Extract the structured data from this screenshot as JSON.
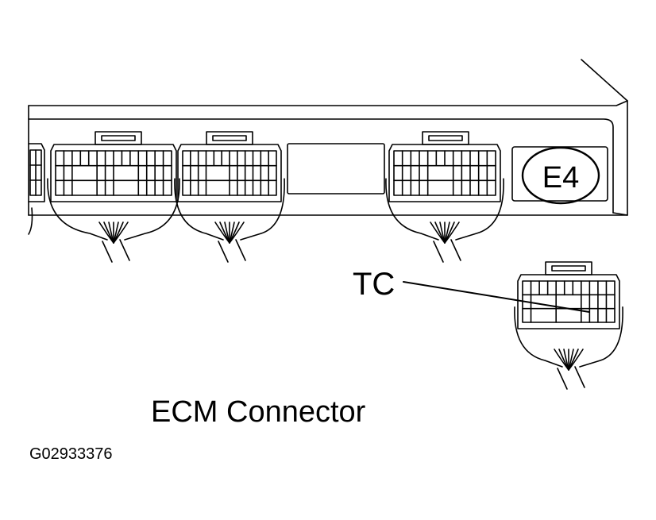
{
  "labels": {
    "connector_code": "E4",
    "terminal": "TC",
    "title": "ECM Connector",
    "figure_code": "G02933376"
  },
  "colors": {
    "line": "#000000",
    "background": "#ffffff"
  }
}
